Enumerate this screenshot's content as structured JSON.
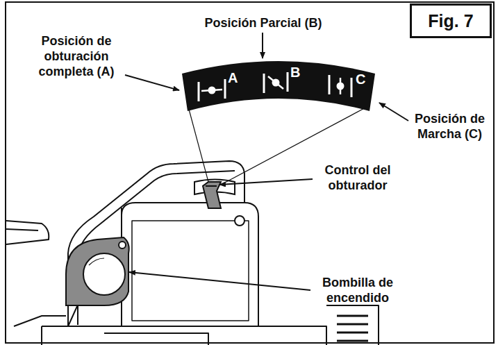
{
  "diagram": {
    "nodes": [
      {
        "text": [
          "Fig. 7"
        ]
      },
      {
        "text": [
          "A",
          "B",
          "C"
        ]
      }
    ],
    "labels": [
      "Posición Parcial (B)",
      "Posición de obturación completa (A)",
      "Posición de Marcha (C)",
      "Control del obturador",
      "Bombilla de encendido"
    ]
  }
}
